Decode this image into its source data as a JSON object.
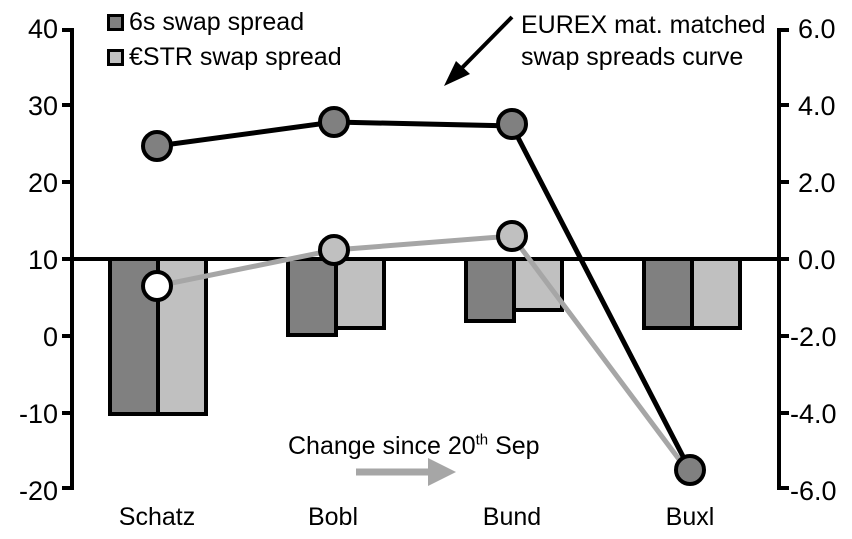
{
  "chart_data": {
    "type": "bar",
    "title": "",
    "xlabel": "",
    "ylabel": "",
    "categories": [
      "Schatz",
      "Bobl",
      "Bund",
      "Buxl"
    ],
    "left_axis": {
      "ticks": [
        "40",
        "30",
        "20",
        "10",
        "0",
        "-10",
        "-20"
      ],
      "tick_values": [
        40,
        30,
        20,
        10,
        0,
        -10,
        -20
      ],
      "ylim": [
        -20,
        40
      ]
    },
    "right_axis": {
      "ticks": [
        "6.0",
        "4.0",
        "2.0",
        "0.0",
        "-2.0",
        "-4.0",
        "-6.0"
      ],
      "tick_values": [
        6.0,
        4.0,
        2.0,
        0.0,
        -2.0,
        -4.0,
        -6.0
      ],
      "ylim": [
        -6.0,
        6.0
      ]
    },
    "zero_line_left_value": 10,
    "grid": false,
    "legend_position": "top-left",
    "series": [
      {
        "name": "6s swap spread",
        "type": "bar",
        "axis": "right",
        "color": "#808080",
        "values": [
          -4.1,
          -1.9,
          -1.5,
          -1.65
        ]
      },
      {
        "name": "€STR swap spread",
        "type": "bar",
        "axis": "right",
        "color": "#c0c0c0",
        "values": [
          -4.1,
          -1.8,
          -1.3,
          -1.65
        ]
      },
      {
        "name": "EUREX mat. matched swap spreads curve",
        "type": "line",
        "axis": "left",
        "color": "#000000",
        "marker_fill": "#808080",
        "values": [
          24.6,
          27.9,
          27.3,
          -18.0
        ]
      },
      {
        "name": "Change since 20th Sep",
        "type": "line",
        "axis": "left",
        "color": "#a6a6a6",
        "marker_fill": "#c0c0c0",
        "values": [
          6.1,
          10.5,
          12.7,
          -18.0
        ]
      }
    ]
  },
  "legend": {
    "items": [
      {
        "label": "6s swap spread",
        "color": "#808080"
      },
      {
        "label": "€STR swap spread",
        "color": "#c0c0c0"
      }
    ]
  },
  "annotations": {
    "curve_note_line1": "EUREX mat. matched",
    "curve_note_line2": "swap spreads curve",
    "change_note_prefix": "Change since 20",
    "change_note_sup": "th",
    "change_note_suffix": " Sep"
  },
  "axes": {
    "left_ticks": [
      "40",
      "30",
      "20",
      "10",
      "0",
      "-10",
      "-20"
    ],
    "right_ticks": [
      "6.0",
      "4.0",
      "2.0",
      "0.0",
      "-2.0",
      "-4.0",
      "-6.0"
    ],
    "categories": [
      "Schatz",
      "Bobl",
      "Bund",
      "Buxl"
    ]
  },
  "colors": {
    "dark_bar": "#808080",
    "light_bar": "#c0c0c0",
    "black_line": "#000000",
    "gray_line": "#a6a6a6"
  }
}
